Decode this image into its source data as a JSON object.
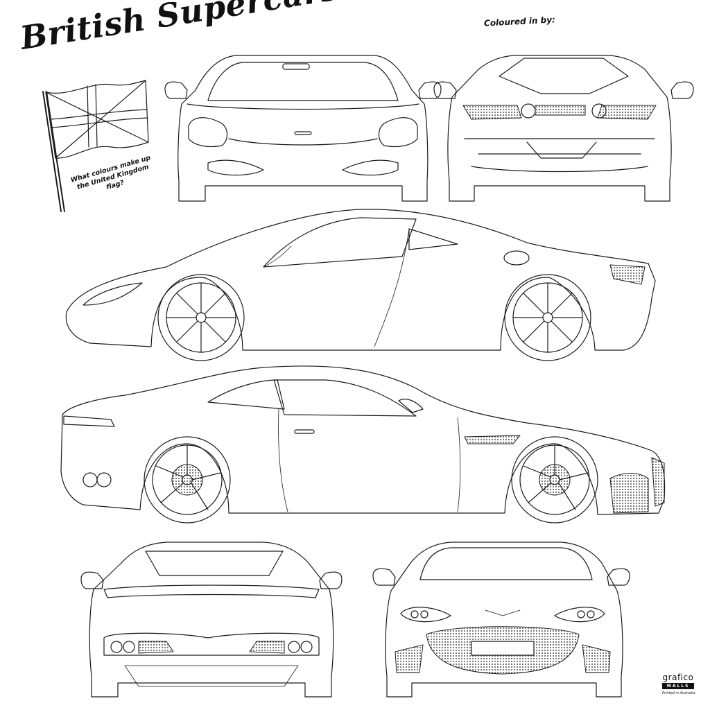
{
  "title": "British Supercars",
  "coloured_in_by_label": "Coloured in by:",
  "flag_question": "What colours make up the United Kingdom flag?",
  "logo": {
    "brand": "grafico",
    "sub": "WALLS",
    "tagline": "Printed in Australia"
  },
  "icons": {
    "flag": "union-jack-flag-icon",
    "cars": [
      "mclaren-front-view",
      "mclaren-rear-view",
      "mclaren-side-view",
      "aston-martin-side-view",
      "aston-martin-rear-view",
      "aston-martin-front-view"
    ]
  },
  "colors": {
    "line": "#1a1a1a",
    "background": "#ffffff"
  }
}
